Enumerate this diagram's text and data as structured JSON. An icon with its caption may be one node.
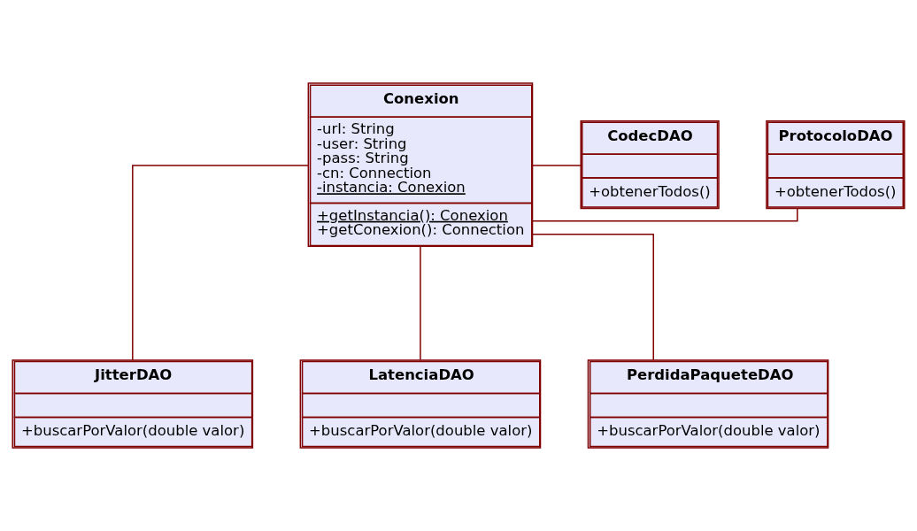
{
  "diagram": {
    "nodes": [
      {
        "text": [
          "Conexion",
          "-url: String",
          "-user: String",
          "-pass: String",
          "-cn: Connection",
          "-instancia: Conexion",
          "+getInstancia(): Conexion",
          "+getConexion(): Connection"
        ]
      },
      {
        "text": [
          "ProtocoloDAO",
          "+obtenerTodos()"
        ]
      },
      {
        "text": [
          "CodecDAO",
          "+obtenerTodos()"
        ]
      },
      {
        "text": [
          "JitterDAO",
          "+buscarPorValor(double valor)"
        ]
      },
      {
        "text": [
          "LatenciaDAO",
          "+buscarPorValor(double valor)"
        ]
      },
      {
        "text": [
          "PerdidaPaqueteDAO",
          "+buscarPorValor(double valor)"
        ]
      }
    ],
    "edges": [
      {
        "from": 0,
        "to": 1,
        "arrow": "none"
      },
      {
        "from": 0,
        "to": 2,
        "arrow": "none"
      },
      {
        "from": 0,
        "to": 3,
        "arrow": "none"
      },
      {
        "from": 0,
        "to": 4,
        "arrow": "none"
      },
      {
        "from": 0,
        "to": 5,
        "arrow": "none"
      }
    ]
  }
}
